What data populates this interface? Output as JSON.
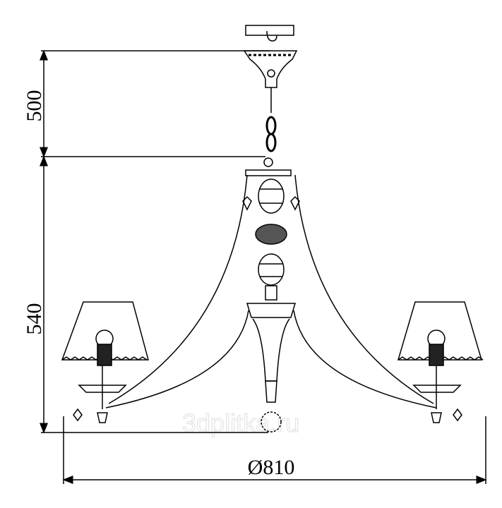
{
  "dimensions": {
    "mount_height": "500",
    "body_height": "540",
    "diameter": "Ø810"
  },
  "watermark": "3dplitka.ru",
  "colors": {
    "line": "#000000",
    "watermark": "#e4e4e4"
  }
}
